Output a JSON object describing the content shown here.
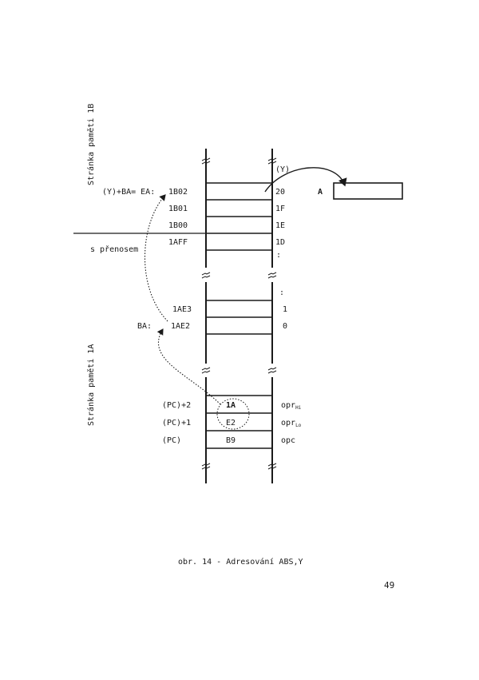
{
  "page_labels": {
    "page_1b": "Stránka paměti 1B",
    "page_1a": "Stránka paměti 1A"
  },
  "equation": "(Y)+BA= EA:",
  "carry_label": "s přenosem",
  "ba_label": "BA:",
  "y_register": "(Y)",
  "a_register": "A",
  "pc_labels": {
    "pc2": "(PC)+2",
    "pc1": "(PC)+1",
    "pc0": "(PC)"
  },
  "memory_rows": [
    {
      "address": "1B02",
      "value": "20"
    },
    {
      "address": "1B01",
      "value": "1F"
    },
    {
      "address": "1B00",
      "value": "1E"
    },
    {
      "address": "1AFF",
      "value": "1D"
    },
    {
      "address": "1AE3",
      "value": "1"
    },
    {
      "address": "1AE2",
      "value": "0"
    }
  ],
  "instruction_cells": {
    "hi_value": "1A",
    "lo_value": "E2",
    "opcode_value": "B9"
  },
  "operand_labels": {
    "hi": "opr",
    "hi_sub": "Hi",
    "lo": "opr",
    "lo_sub": "Lo",
    "opc": "opc"
  },
  "dots": ":",
  "caption": "obr. 14 - Adresování ABS,Y",
  "page_number": "49"
}
